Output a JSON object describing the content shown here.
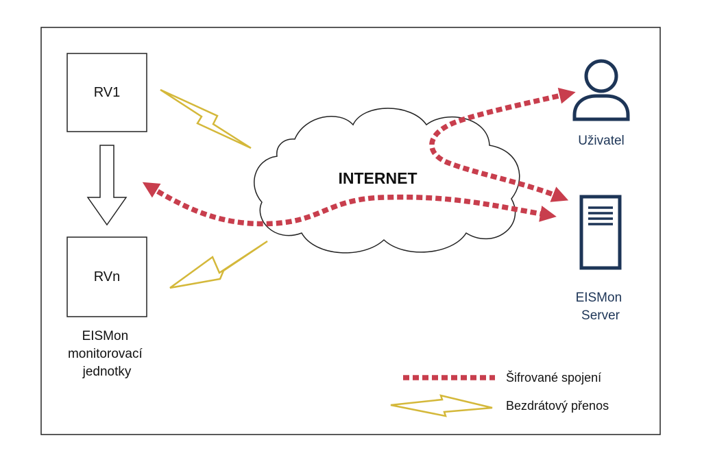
{
  "colors": {
    "encrypted": "#c83e4d",
    "wireless": "#d4b83a",
    "icon_blue": "#1d3557",
    "stroke": "#222222"
  },
  "units": {
    "first": "RV1",
    "last": "RVn",
    "caption": [
      "EISMon",
      "monitorovací",
      "jednotky"
    ]
  },
  "cloud": {
    "label": "INTERNET"
  },
  "user": {
    "label": "Uživatel",
    "icon": "user-icon"
  },
  "server": {
    "label": [
      "EISMon",
      "Server"
    ],
    "icon": "server-icon"
  },
  "legend": {
    "encrypted_label": "Šifrované spojení",
    "wireless_label": "Bezdrátový přenos"
  }
}
